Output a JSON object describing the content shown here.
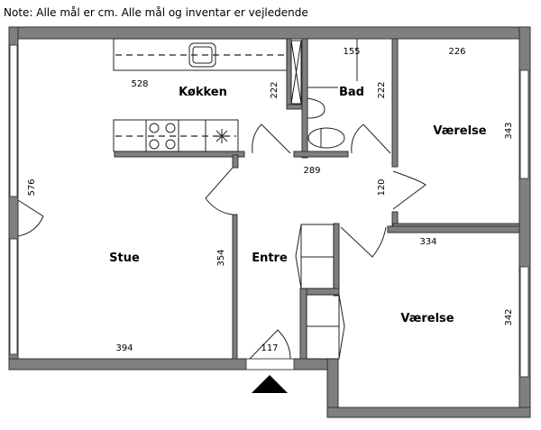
{
  "note": "Note: Alle mål er cm. Alle mål og inventar er vejledende",
  "rooms": {
    "kitchen": "Køkken",
    "bath": "Bad",
    "bedroom_top": "Værelse",
    "living": "Stue",
    "entrance": "Entre",
    "bedroom_bottom": "Værelse"
  },
  "dimensions": {
    "kitchen_width": "528",
    "kitchen_depth": "222",
    "bath_width": "155",
    "bath_depth": "222",
    "bedroom_top_width": "226",
    "bedroom_top_depth": "343",
    "hall_width": "289",
    "hall_depth": "120",
    "living_width": "394",
    "living_depth": "576",
    "entrance_depth": "354",
    "entrance_door": "117",
    "bedroom_bottom_width": "334",
    "bedroom_bottom_depth": "342"
  }
}
